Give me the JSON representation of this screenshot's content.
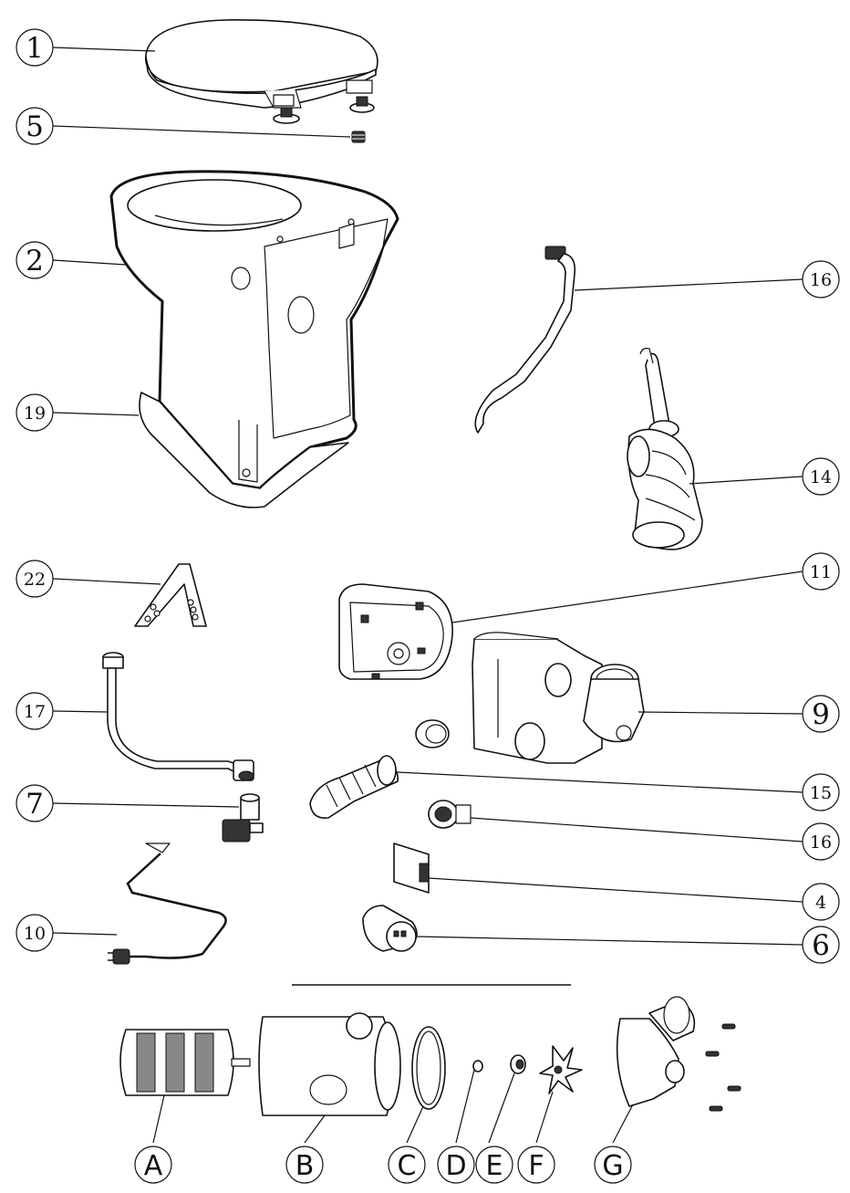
{
  "callouts": {
    "c1": "1",
    "c5": "5",
    "c2": "2",
    "c19": "19",
    "c22": "22",
    "c17": "17",
    "c7": "7",
    "c10": "10",
    "c16a": "16",
    "c14": "14",
    "c11": "11",
    "c9": "9",
    "c15": "15",
    "c16b": "16",
    "c4": "4",
    "c6": "6"
  },
  "letters": {
    "A": "A",
    "B": "B",
    "C": "C",
    "D": "D",
    "E": "E",
    "F": "F",
    "G": "G"
  }
}
